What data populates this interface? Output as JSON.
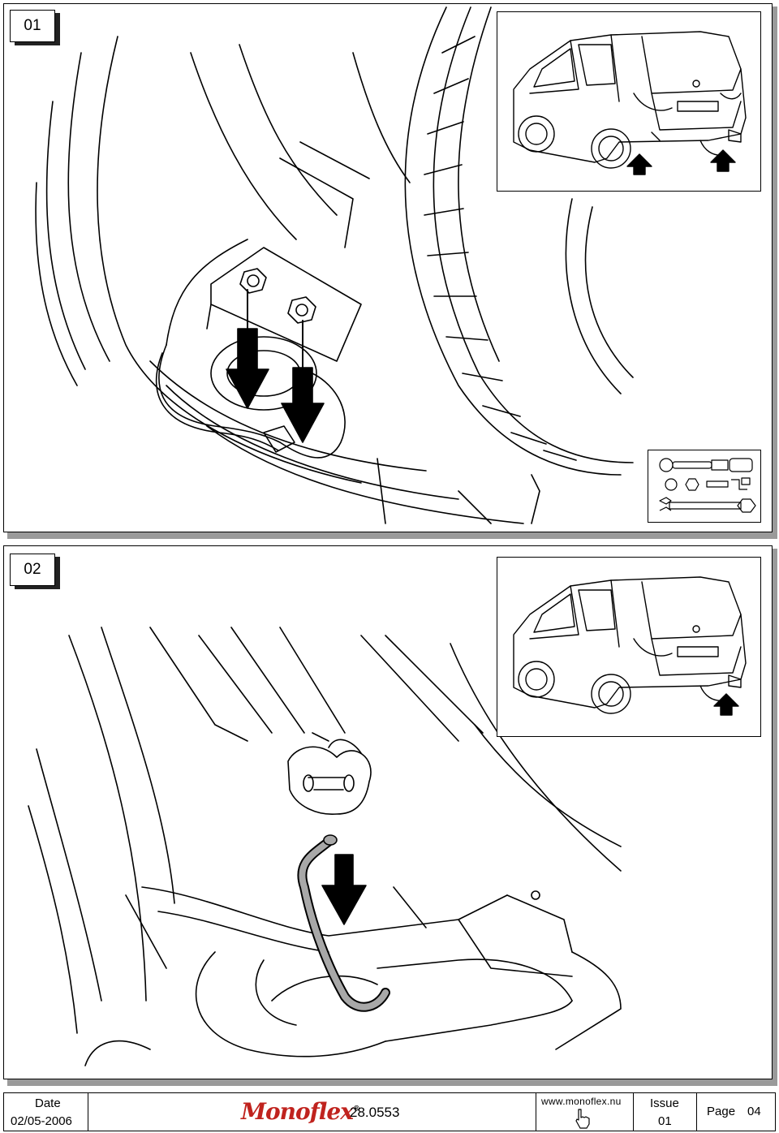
{
  "steps": [
    {
      "number": "01",
      "arrow_count": 2,
      "parts": [
        "nut-bolt",
        "nut-bolt"
      ]
    },
    {
      "number": "02",
      "arrow_count": 1,
      "parts": [
        "rubber-hanger-bracket"
      ]
    }
  ],
  "tools_icons": [
    "ratchet-icon",
    "socket-icon",
    "hex-key-icon",
    "wrench-icon"
  ],
  "footer": {
    "date_label": "Date",
    "date_value": "02/05-2006",
    "brand": "Monoflex",
    "brand_mark": "®",
    "part_number": "28.0553",
    "website": "www.monoflex.nu",
    "issue_label": "Issue",
    "issue_value": "01",
    "page_label": "Page",
    "page_value": "04"
  }
}
